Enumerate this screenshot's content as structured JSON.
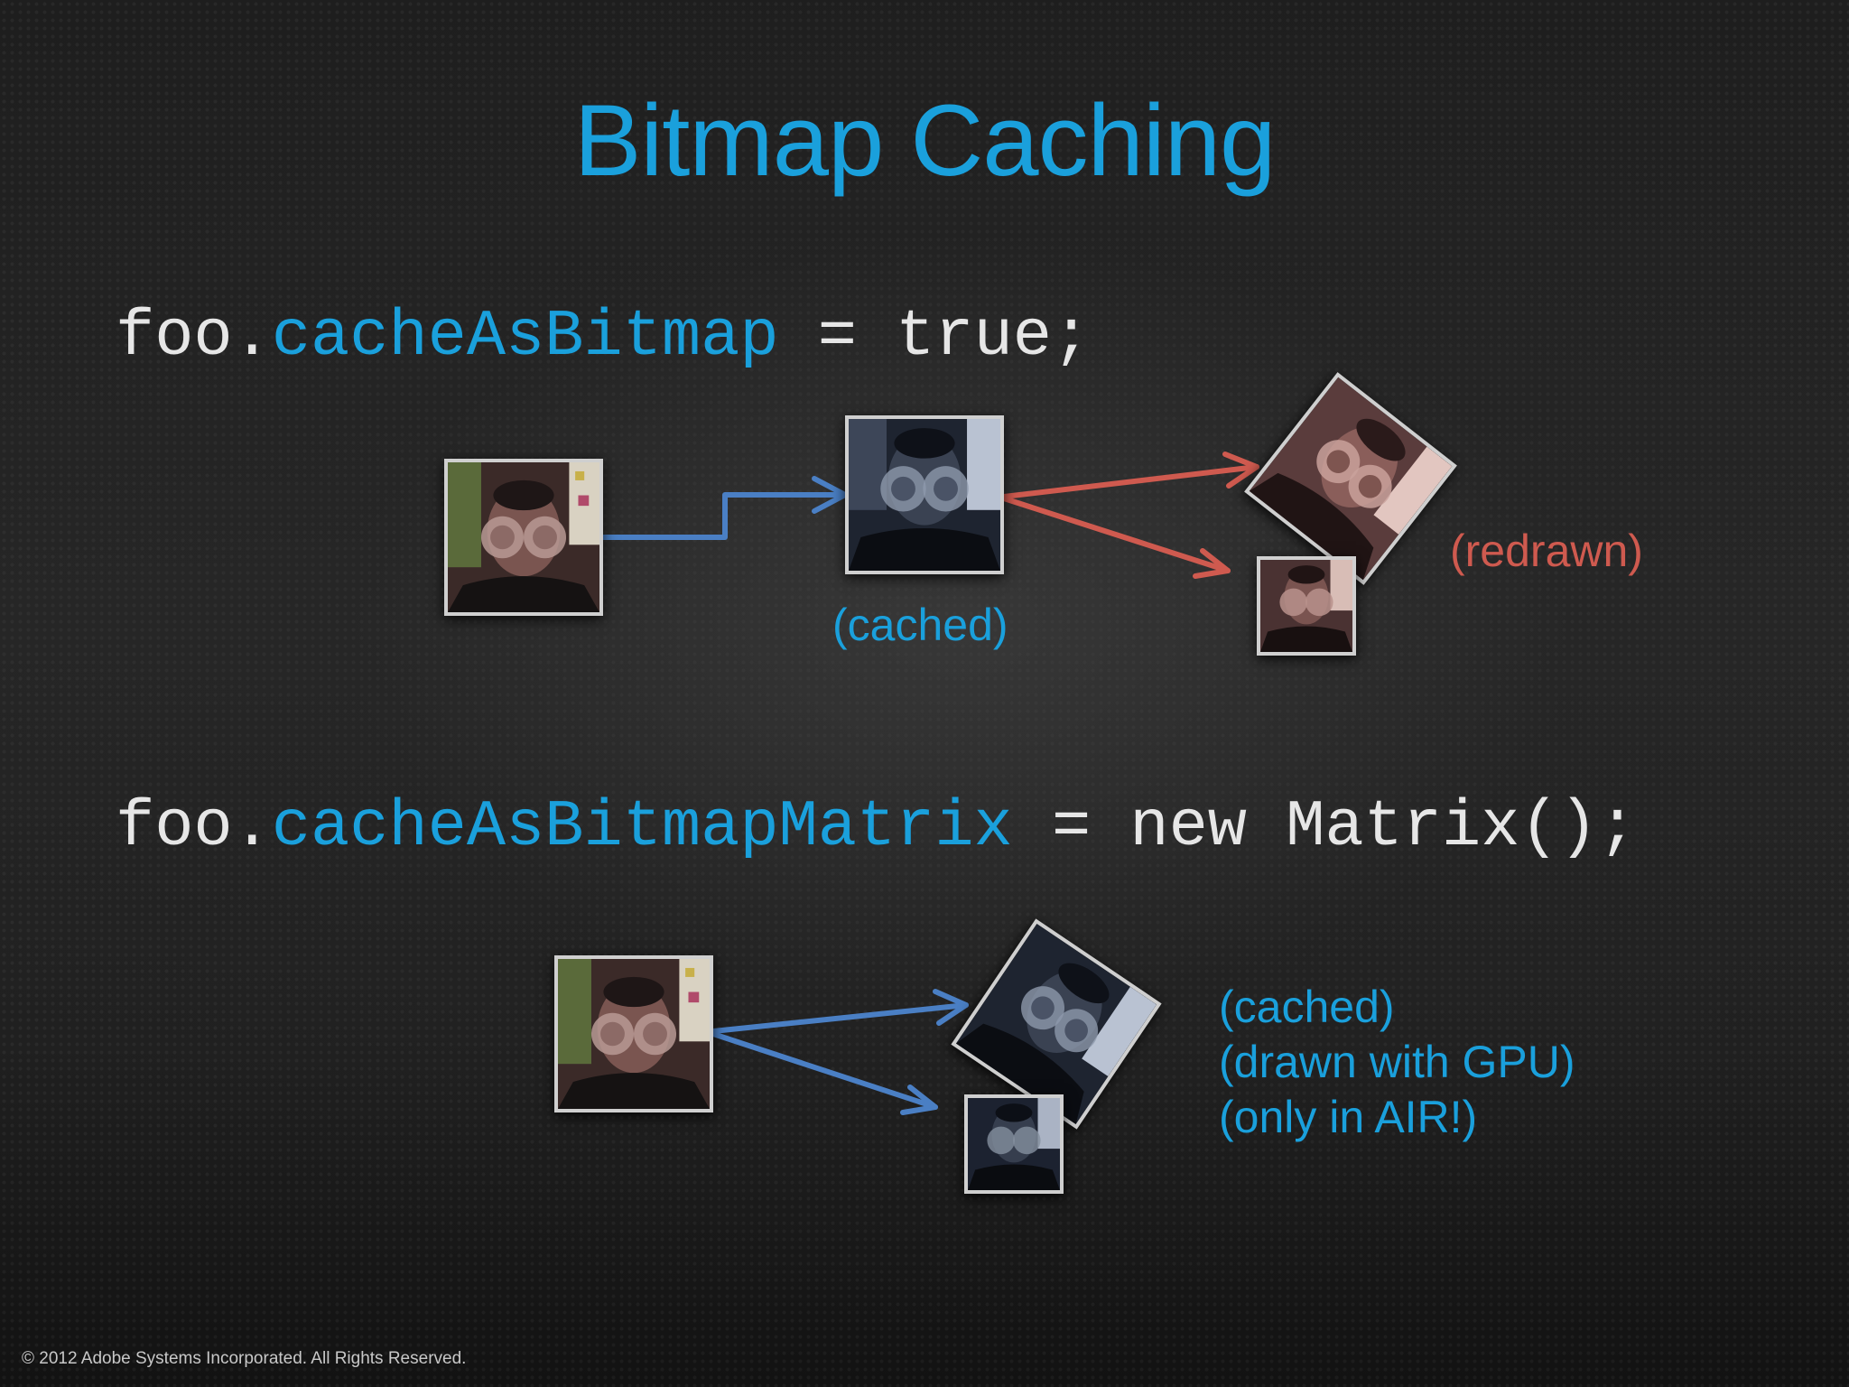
{
  "slide": {
    "title": "Bitmap Caching",
    "footer": "© 2012 Adobe Systems Incorporated.  All Rights Reserved."
  },
  "code_line_1": {
    "object": "foo.",
    "property": "cacheAsBitmap",
    "assignment": " = true;"
  },
  "code_line_2": {
    "object": "foo.",
    "property": "cacheAsBitmapMatrix",
    "assignment": " = new Matrix();"
  },
  "labels": {
    "cached_1": "(cached)",
    "redrawn": "(redrawn)",
    "cached_2": "(cached)",
    "drawn_with_gpu": "(drawn with GPU)",
    "only_in_air": "(only in AIR!)"
  },
  "colors": {
    "title_and_property": "#1aa0dc",
    "code_text": "#e6e6e6",
    "blue_arrow": "#4a7fc4",
    "red_arrow": "#cf5a4f",
    "photo_border": "#cfcfcf"
  }
}
